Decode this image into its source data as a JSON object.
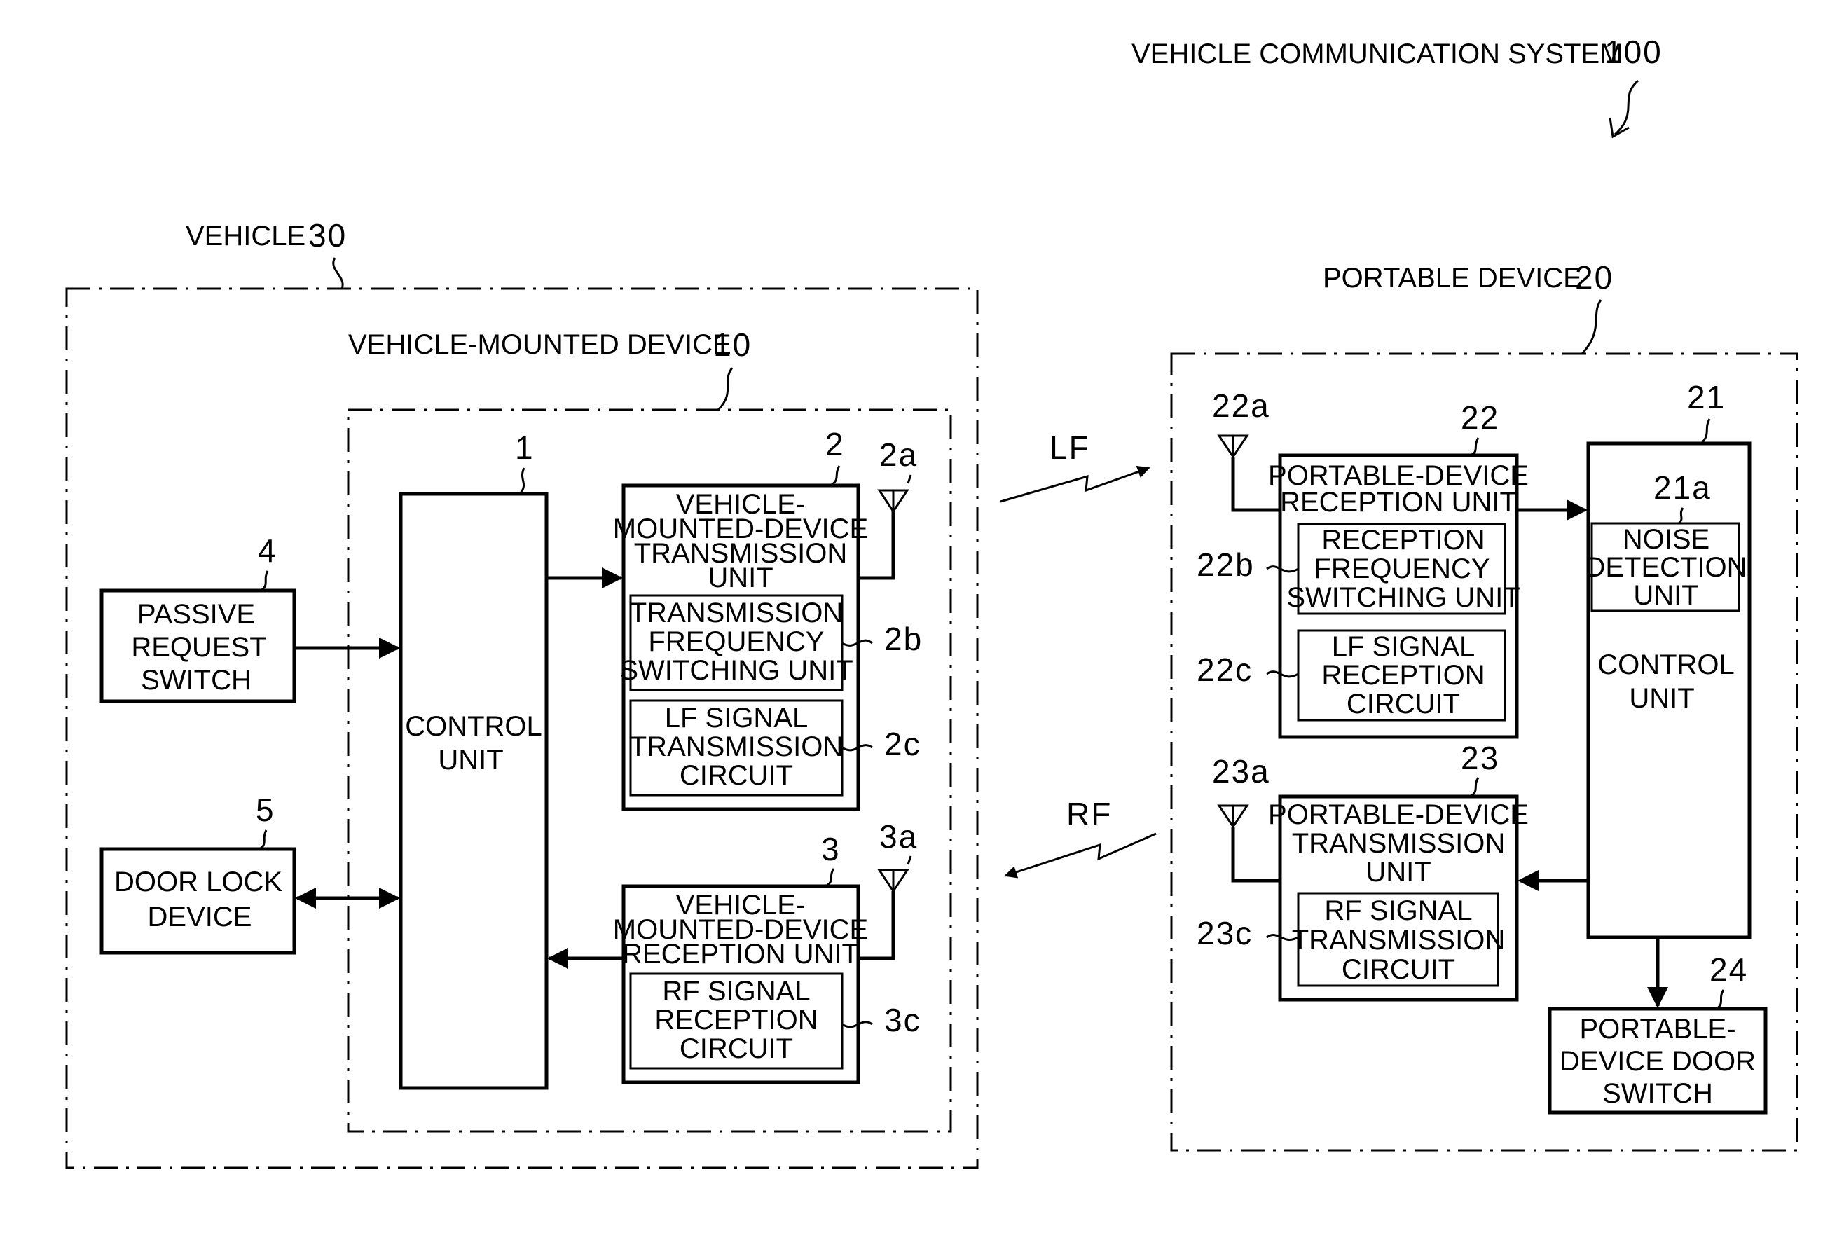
{
  "system": {
    "label": "VEHICLE COMMUNICATION SYSTEM",
    "ref": "100"
  },
  "vehicle": {
    "label": "VEHICLE",
    "ref": "30"
  },
  "vehicle_mounted_device": {
    "label": "VEHICLE-MOUNTED DEVICE",
    "ref": "10"
  },
  "portable_device": {
    "label": "PORTABLE DEVICE",
    "ref": "20"
  },
  "control_unit_1": {
    "lines": [
      "CONTROL",
      "UNIT"
    ],
    "ref": "1"
  },
  "vm_tx_unit": {
    "lines": [
      "VEHICLE-",
      "MOUNTED-DEVICE",
      "TRANSMISSION",
      "UNIT"
    ],
    "ref": "2",
    "antenna_ref": "2a"
  },
  "tx_freq_switching": {
    "lines": [
      "TRANSMISSION",
      "FREQUENCY",
      "SWITCHING UNIT"
    ],
    "ref": "2b"
  },
  "lf_tx_circuit": {
    "lines": [
      "LF SIGNAL",
      "TRANSMISSION",
      "CIRCUIT"
    ],
    "ref": "2c"
  },
  "vm_rx_unit": {
    "lines": [
      "VEHICLE-",
      "MOUNTED-DEVICE",
      "RECEPTION UNIT"
    ],
    "ref": "3",
    "antenna_ref": "3a"
  },
  "rf_rx_circuit": {
    "lines": [
      "RF SIGNAL",
      "RECEPTION",
      "CIRCUIT"
    ],
    "ref": "3c"
  },
  "passive_request_switch": {
    "lines": [
      "PASSIVE",
      "REQUEST",
      "SWITCH"
    ],
    "ref": "4"
  },
  "door_lock_device": {
    "lines": [
      "DOOR LOCK",
      "DEVICE"
    ],
    "ref": "5"
  },
  "signals": {
    "lf": "LF",
    "rf": "RF"
  },
  "pd_rx_unit": {
    "lines": [
      "PORTABLE-DEVICE",
      "RECEPTION UNIT"
    ],
    "ref": "22",
    "antenna_ref": "22a"
  },
  "rx_freq_switching": {
    "lines": [
      "RECEPTION",
      "FREQUENCY",
      "SWITCHING UNIT"
    ],
    "ref": "22b"
  },
  "lf_rx_circuit": {
    "lines": [
      "LF SIGNAL",
      "RECEPTION",
      "CIRCUIT"
    ],
    "ref": "22c"
  },
  "pd_tx_unit": {
    "lines": [
      "PORTABLE-DEVICE",
      "TRANSMISSION",
      "UNIT"
    ],
    "ref": "23",
    "antenna_ref": "23a"
  },
  "rf_tx_circuit": {
    "lines": [
      "RF SIGNAL",
      "TRANSMISSION",
      "CIRCUIT"
    ],
    "ref": "23c"
  },
  "control_unit_21": {
    "lines": [
      "CONTROL",
      "UNIT"
    ],
    "ref": "21"
  },
  "noise_detection": {
    "lines": [
      "NOISE",
      "DETECTION",
      "UNIT"
    ],
    "ref": "21a"
  },
  "pd_door_switch": {
    "lines": [
      "PORTABLE-",
      "DEVICE DOOR",
      "SWITCH"
    ],
    "ref": "24"
  }
}
